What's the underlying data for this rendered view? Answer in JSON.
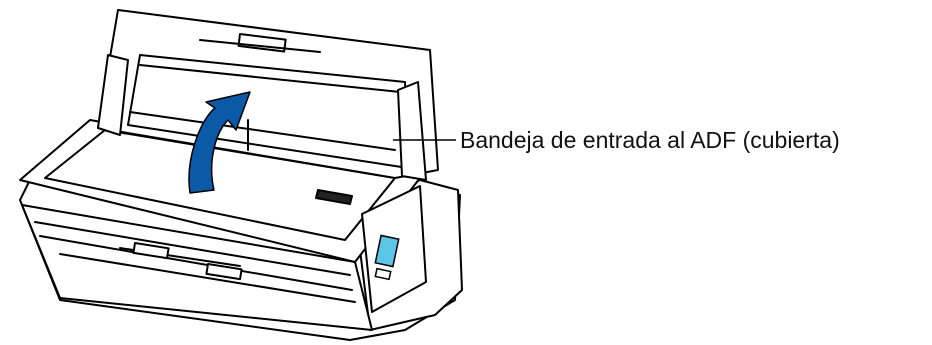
{
  "callout": {
    "label": "Bandeja de entrada al ADF (cubierta)"
  },
  "colors": {
    "outline": "#000000",
    "body": "#ffffff",
    "arrow": "#0b5aa8",
    "display": "#5bc6e6"
  },
  "icons": {
    "device": "scanner-illustration",
    "motion": "curved-arrow-open"
  }
}
